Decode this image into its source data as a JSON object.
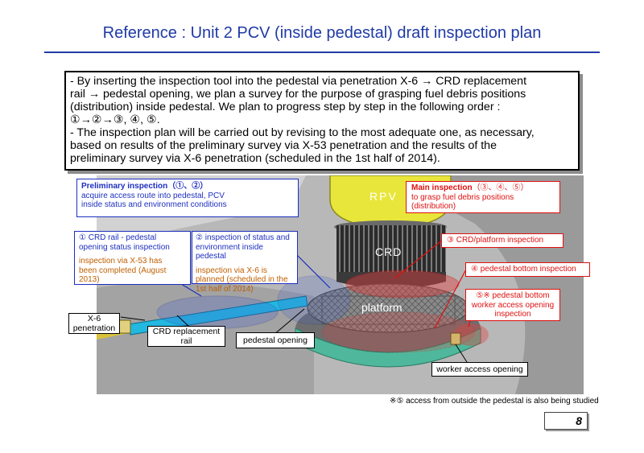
{
  "title": "Reference : Unit 2 PCV (inside pedestal) draft inspection plan",
  "summary": {
    "line1": "- By inserting the inspection tool into the pedestal via penetration X-6 → CRD replacement",
    "line2": "rail → pedestal opening, we plan a survey for the purpose of grasping fuel debris positions",
    "line3": "(distribution) inside pedestal. We plan to progress step by step in the following order :",
    "line4": "①→②→③, ④, ⑤.",
    "line5": "- The inspection plan will be carried out by revising to the most adequate one, as necessary,",
    "line6": "based on results of the preliminary survey via X-53 penetration and the results of the",
    "line7": "preliminary survey via X-6 penetration (scheduled in the 1st half of 2014)."
  },
  "diagram": {
    "preliminary_title": "Preliminary inspection（①、②）",
    "preliminary_desc1": "acquire access route into pedestal, PCV",
    "preliminary_desc2": "inside status and environment conditions",
    "main_title": "Main inspection",
    "main_steps": "（③、④、⑤）",
    "main_desc1": "to grasp fuel debris positions",
    "main_desc2": "(distribution)",
    "step1_title1": "①  CRD rail - pedestal",
    "step1_title2": "opening status inspection",
    "step1_status1": "inspection via X-53 has",
    "step1_status2": "been completed (August",
    "step1_status3": "2013)",
    "step2_title1": "②  inspection of status and",
    "step2_title2": "environment inside pedestal",
    "step2_status1": "inspection via X-6 is",
    "step2_status2": "planned (scheduled in the",
    "step2_status3": "1st half of 2014)",
    "step3": "③  CRD/platform inspection",
    "step4": "④  pedestal bottom inspection",
    "step5_line1": "⑤※  pedestal bottom",
    "step5_line2": "worker access opening",
    "step5_line3": "inspection",
    "x6_line1": "X-6",
    "x6_line2": "penetration",
    "crd_rail_line1": "CRD replacement",
    "crd_rail_line2": "rail",
    "pedestal_opening": "pedestal opening",
    "worker_access": "worker access opening",
    "rpv": "RPV",
    "crd": "CRD",
    "platform": "platform"
  },
  "footnote": "※⑤  access from outside the pedestal is also being studied",
  "page_number": "8",
  "colors": {
    "title_blue": "#1f3aa6",
    "label_blue": "#1d2fc0",
    "label_orange": "#c06000",
    "label_red": "#e01010",
    "rpv_yellow": "#e8e63a",
    "platform_green": "#4fb89c",
    "rail_cyan": "#22b8e0"
  }
}
